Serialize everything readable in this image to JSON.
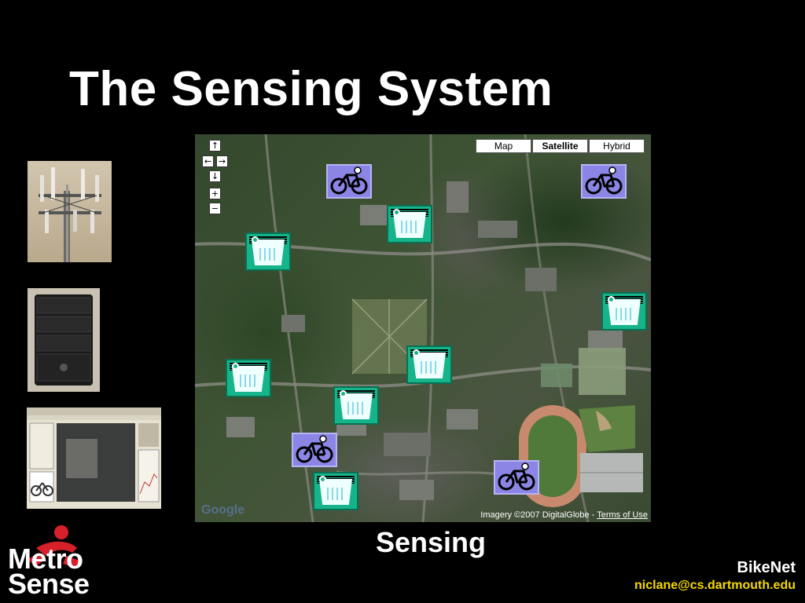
{
  "slide": {
    "title": "The Sensing System",
    "caption": "Sensing",
    "project": "BikeNet",
    "email": "niclane@cs.dartmouth.edu"
  },
  "logo": {
    "line1": "Metro",
    "line2": "Sense",
    "accent_color": "#d8202b"
  },
  "map": {
    "type_buttons": [
      {
        "label": "Map",
        "active": false
      },
      {
        "label": "Satellite",
        "active": true
      },
      {
        "label": "Hybrid",
        "active": false
      }
    ],
    "controls": {
      "pan_up": "↑",
      "pan_left": "←",
      "pan_right": "→",
      "pan_down": "↓",
      "zoom_in": "+",
      "zoom_out": "−"
    },
    "attribution": "Imagery ©2007 DigitalGlobe - ",
    "terms_link": "Terms of Use",
    "google_logo": "Google",
    "marker_icons": {
      "bike": "bicycle-icon",
      "sensor": "sensor-node-icon"
    },
    "colors": {
      "bike_marker": "#8b86e6",
      "sensor_marker": "#16b48a"
    }
  }
}
